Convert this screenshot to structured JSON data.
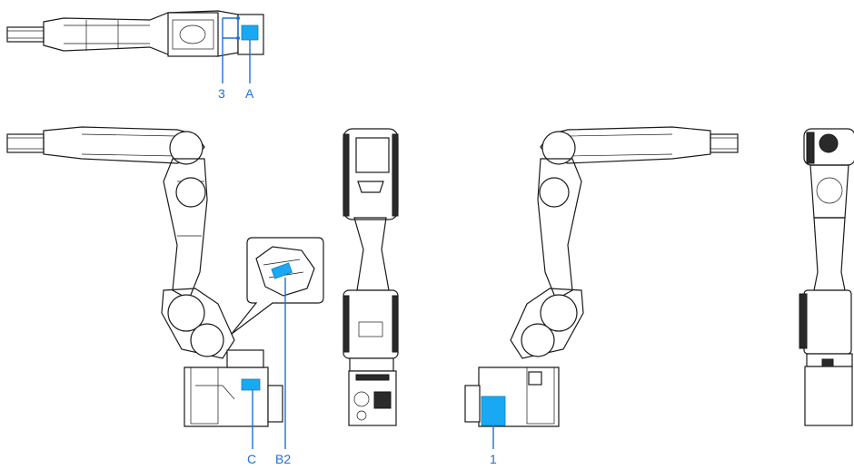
{
  "colors": {
    "marker": "#19a9f2",
    "callout": "#1f6fd1",
    "outline": "#1a1a1a"
  },
  "callouts": {
    "label_3": "3",
    "label_A": "A",
    "label_C": "C",
    "label_B2": "B2",
    "label_1": "1"
  }
}
